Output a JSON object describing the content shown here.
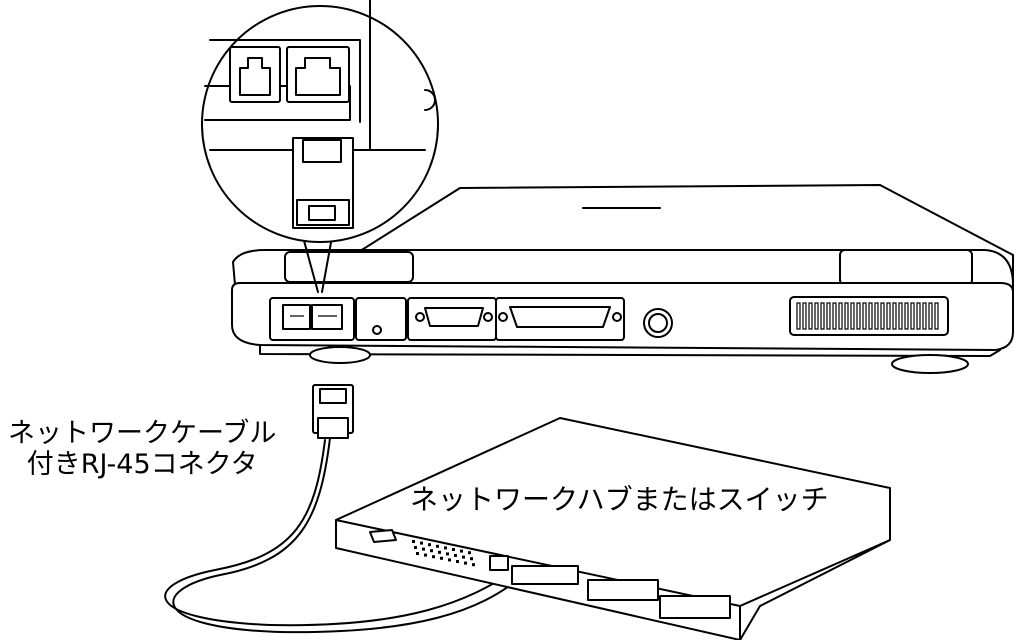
{
  "labels": {
    "cable_line1": "ネットワークケーブル",
    "cable_line2": "付きRJ-45コネクタ",
    "hub": "ネットワークハブまたはスイッチ"
  },
  "icons": [
    "laptop-illustration",
    "network-hub-illustration",
    "rj45-plug-icon",
    "magnifier-callout"
  ],
  "colors": {
    "line": "#000000",
    "background": "#ffffff"
  }
}
